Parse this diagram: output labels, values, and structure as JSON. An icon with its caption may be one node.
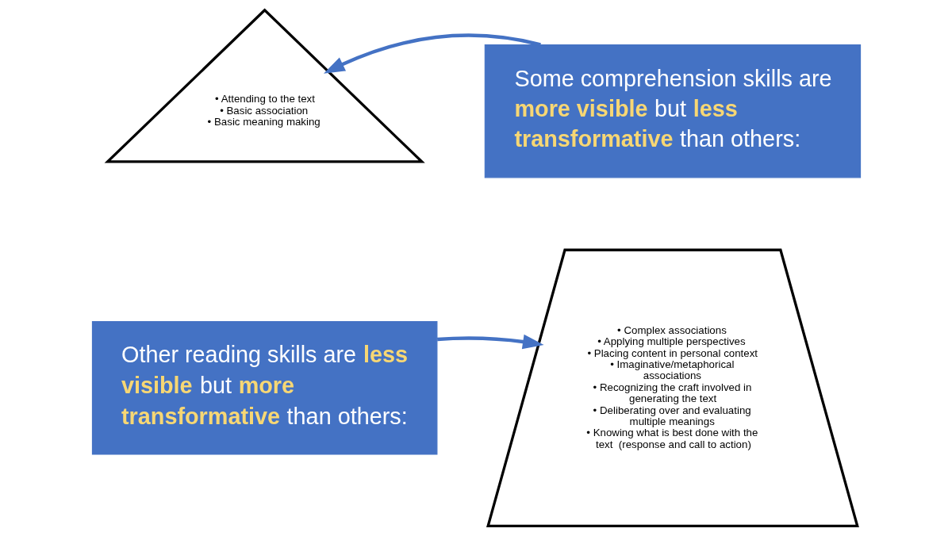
{
  "diagram": {
    "nodes": [
      {
        "text": [
          "• Attending to the text",
          "• Basic association",
          "• Basic meaning making"
        ]
      },
      {
        "text": [
          "Some comprehension skills are **more visible** but **less transformative** than others:"
        ]
      },
      {
        "text": [
          "Other reading skills are **less visible** but **more transformative** than others:"
        ]
      },
      {
        "text": [
          "• Complex associations",
          "• Applying multiple perspectives",
          "• Placing content in personal context",
          "• Imaginative/metaphorical associations",
          "• Recognizing the craft involved in generating the text",
          "• Deliberating over and evaluating multiple meanings",
          "• Knowing what is best done with the text  (response and call to action)"
        ]
      }
    ],
    "edges": [
      {
        "from": 1,
        "to": 0,
        "arrow": "to"
      },
      {
        "from": 2,
        "to": 3,
        "arrow": "to"
      }
    ]
  }
}
